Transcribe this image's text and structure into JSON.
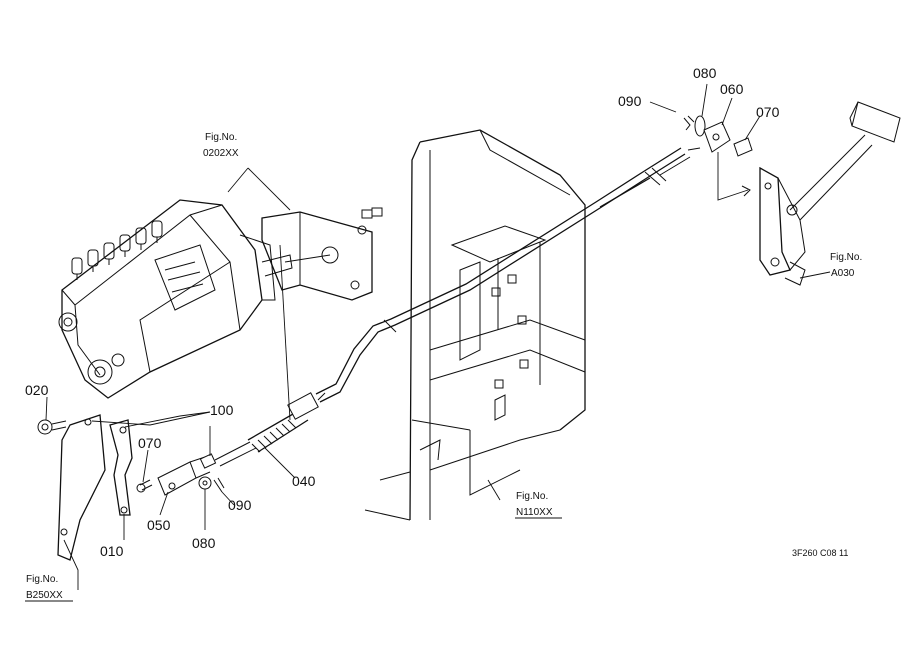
{
  "parts": [
    {
      "id": "part-010",
      "number": "010"
    },
    {
      "id": "part-020",
      "number": "020"
    },
    {
      "id": "part-040",
      "number": "040"
    },
    {
      "id": "part-050",
      "number": "050"
    },
    {
      "id": "part-060",
      "number": "060"
    },
    {
      "id": "part-070-left",
      "number": "070"
    },
    {
      "id": "part-070-right",
      "number": "070"
    },
    {
      "id": "part-080-left",
      "number": "080"
    },
    {
      "id": "part-080-right",
      "number": "080"
    },
    {
      "id": "part-090-left",
      "number": "090"
    },
    {
      "id": "part-090-right",
      "number": "090"
    },
    {
      "id": "part-100",
      "number": "100"
    }
  ],
  "figure_refs": [
    {
      "id": "fig-0202xx",
      "label": "Fig.No.",
      "code": "0202XX"
    },
    {
      "id": "fig-n110xx",
      "label": "Fig.No.",
      "code": "N110XX"
    },
    {
      "id": "fig-a030",
      "label": "Fig.No.",
      "code": "A030"
    },
    {
      "id": "fig-b250xx",
      "label": "Fig.No.",
      "code": "B250XX"
    }
  ],
  "drawing_code": "3F260  C08  11"
}
